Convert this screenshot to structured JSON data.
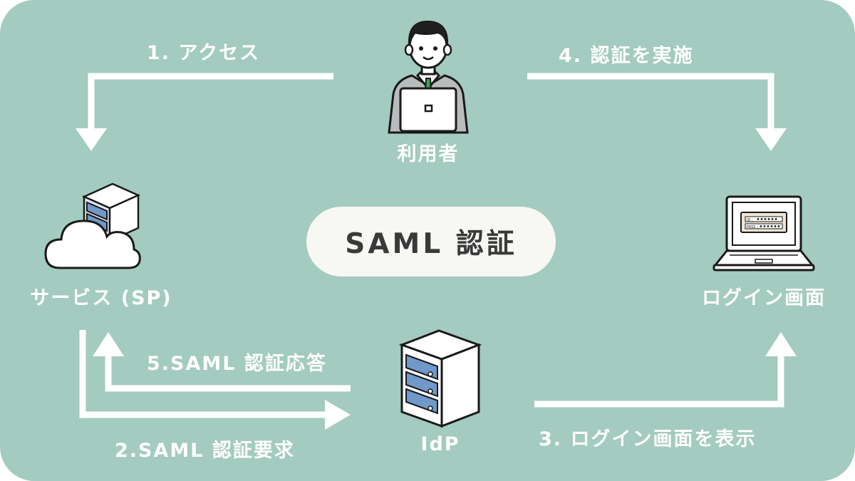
{
  "diagram": {
    "center_title": "SAML 認証",
    "nodes": {
      "user": "利用者",
      "service": "サービス (SP)",
      "login_screen": "ログイン画面",
      "idp": "IdP"
    },
    "steps": {
      "step1": "1. アクセス",
      "step2": "2.SAML 認証要求",
      "step3": "3. ログイン画面を表示",
      "step4": "4. 認証を実施",
      "step5": "5.SAML 認証応答"
    },
    "login_form": {
      "id_label": "ID :",
      "pass_label": "PASS :"
    },
    "colors": {
      "background": "#a3cbbf",
      "arrow": "#ffffff",
      "pill": "#f7f7f4",
      "title_text": "#3a3a3a"
    }
  }
}
